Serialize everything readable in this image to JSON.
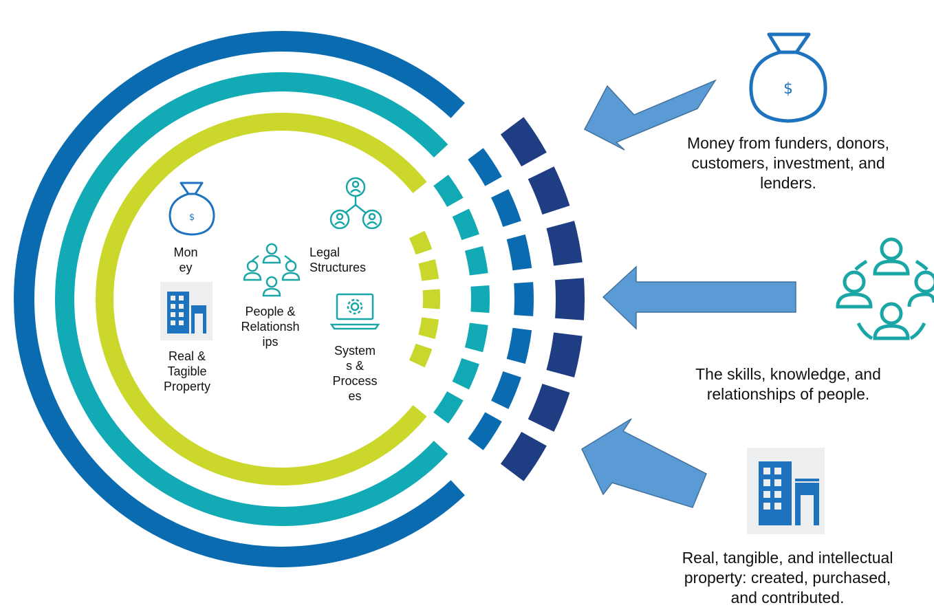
{
  "colors": {
    "outer_ring": "#0a6bb0",
    "middle_ring": "#12aab5",
    "inner_ring": "#cbd72a",
    "tile_dark": "#1f3d83",
    "tile_blue": "#0b6bb1",
    "tile_teal": "#11aab4",
    "tile_lime": "#c9d62c",
    "arrow_fill": "#5b9bd5",
    "arrow_stroke": "#41719c",
    "icon_blue": "#1e73be",
    "icon_teal": "#1aa6a6",
    "building_bg": "#eceef0"
  },
  "inner_labels": {
    "money": "Mon\ney",
    "legal": "Legal\nStructures",
    "people": "People &\nRelationsh\nips",
    "property": "Real &\nTagible\nProperty",
    "systems": "System\ns &\nProcess\nes"
  },
  "outer_labels": {
    "money": "Money from funders, donors,\ncustomers, investment, and\nlenders.",
    "people": "The skills, knowledge, and\nrelationships of people.",
    "property": "Real, tangible, and intellectual\nproperty: created, purchased,\nand contributed."
  },
  "icons": {
    "money": "money-bag-icon",
    "legal": "org-structure-icon",
    "people": "people-circle-icon",
    "property": "building-icon",
    "systems": "laptop-gear-icon"
  }
}
